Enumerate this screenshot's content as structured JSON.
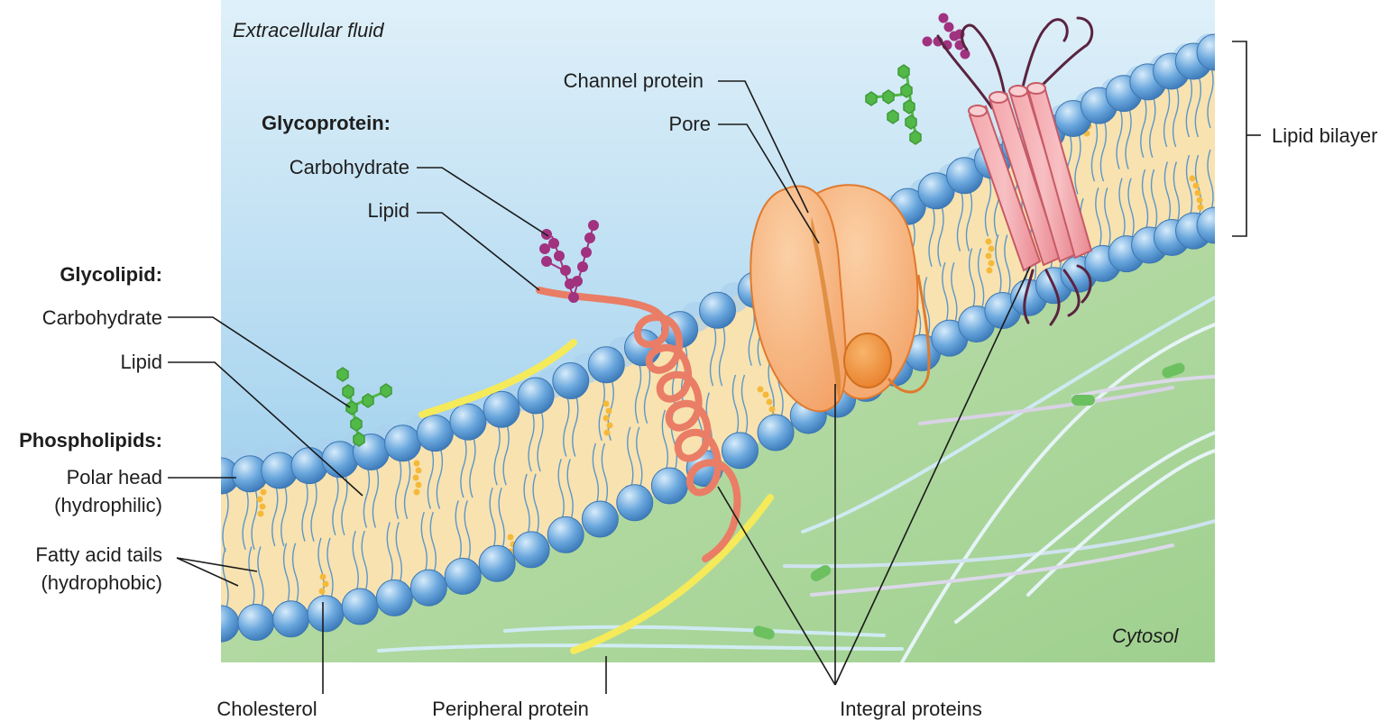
{
  "regions": {
    "extracellular": "Extracellular fluid",
    "cytosol": "Cytosol"
  },
  "glycoprotein": {
    "heading": "Glycoprotein:",
    "carbohydrate": "Carbohydrate",
    "lipid": "Lipid"
  },
  "glycolipid": {
    "heading": "Glycolipid:",
    "carbohydrate": "Carbohydrate",
    "lipid": "Lipid"
  },
  "phospholipids": {
    "heading": "Phospholipids:",
    "polar_head": [
      "Polar head",
      "(hydrophilic)"
    ],
    "fatty_tails": [
      "Fatty acid tails",
      "(hydrophobic)"
    ]
  },
  "channel": {
    "channel_protein": "Channel protein",
    "pore": "Pore"
  },
  "bilayer": "Lipid bilayer",
  "bottom": {
    "cholesterol": "Cholesterol",
    "peripheral": "Peripheral protein",
    "integral": "Integral proteins"
  },
  "colors": {
    "extracellular_top": "#d6ecf7",
    "extracellular_bottom": "#8fc8ea",
    "cytosol": "#a6d49a",
    "interior": "#f8e2b0",
    "head": "#5f9fd8",
    "channel": "#f5b07c",
    "helix_protein": "#f09aa0",
    "coil": "#ea7d66",
    "carb_glycoprotein": "#a0327f",
    "carb_glycolipid": "#52b848",
    "cholesterol": "#f5b93a",
    "peripheral": "#f5ea5a"
  },
  "icons": [
    "polar-head-icon",
    "cholesterol-icon",
    "carbohydrate-icon"
  ]
}
